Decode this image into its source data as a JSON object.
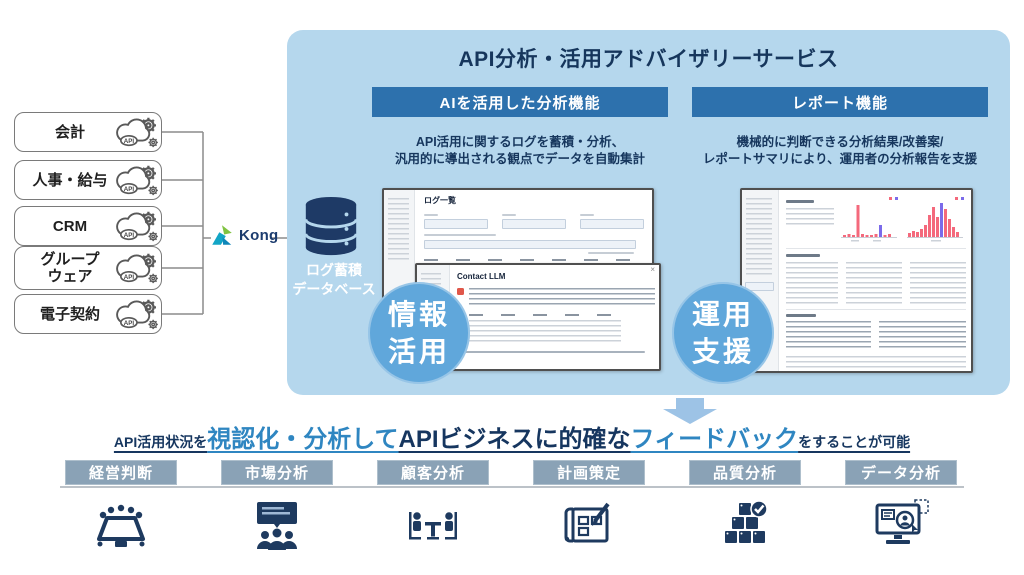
{
  "sources": [
    {
      "label": "会計"
    },
    {
      "label": "人事・給与"
    },
    {
      "label": "CRM"
    },
    {
      "label": "グループ\nウェア"
    },
    {
      "label": "電子契約"
    }
  ],
  "gateway": {
    "label": "Kong"
  },
  "service": {
    "title": "API分析・活用アドバイザリーサービス",
    "database_label": "ログ蓄積\nデータベース",
    "left_panel": {
      "header": "AIを活用した分析機能",
      "description": "API活用に関するログを蓄積・分析、\n汎用的に導出される観点でデータを自動集計",
      "screenshot_title": "ログ一覧",
      "overlay_window_title": "Contact LLM",
      "overlay_close": "×",
      "badge_circle": "情報\n活用"
    },
    "right_panel": {
      "header": "レポート機能",
      "description": "機械的に判断できる分析結果/改善案/\nレポートサマリにより、運用者の分析報告を支援",
      "badge_circle": "運用\n支援"
    }
  },
  "conclusion": {
    "segments": [
      {
        "text": "API活用状況を",
        "emphasis": "small-dark"
      },
      {
        "text": "視認化・分析して",
        "emphasis": "large-light"
      },
      {
        "text": "APIビジネスに的確な",
        "emphasis": "large-dark"
      },
      {
        "text": "フィードバック",
        "emphasis": "large-light"
      },
      {
        "text": "をすることが可能",
        "emphasis": "small-dark"
      }
    ]
  },
  "categories": [
    {
      "label": "経営判断",
      "icon": "boardroom-meeting-icon"
    },
    {
      "label": "市場分析",
      "icon": "presentation-audience-icon"
    },
    {
      "label": "顧客分析",
      "icon": "customer-interview-icon"
    },
    {
      "label": "計画策定",
      "icon": "blueprint-planning-icon"
    },
    {
      "label": "品質分析",
      "icon": "quality-check-boxes-icon"
    },
    {
      "label": "データ分析",
      "icon": "data-analysis-monitor-icon"
    }
  ],
  "colors": {
    "service_box_bg": "#b5d7ed",
    "panel_header_bg": "#2d71ad",
    "title_text": "#16365c",
    "circle_bg": "#60a7db",
    "category_badge_bg": "#8aa2b6",
    "sentence_dark": "#16365f",
    "sentence_light": "#2f86c1",
    "kong_green": "#80c341",
    "kong_teal": "#12a5c6",
    "icon_navy": "#1e3a5f",
    "chart_pink": "#f4697c",
    "chart_blue": "#7b6bea"
  }
}
